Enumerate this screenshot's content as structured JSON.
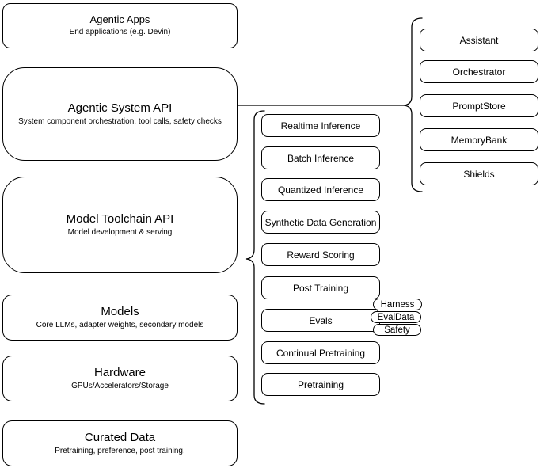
{
  "diagram": {
    "left_column": [
      {
        "title": "Agentic Apps",
        "subtitle": "End applications (e.g. Devin)"
      },
      {
        "title": "Agentic System API",
        "subtitle": "System component orchestration, tool calls, safety checks"
      },
      {
        "title": "Model Toolchain API",
        "subtitle": "Model development & serving"
      },
      {
        "title": "Models",
        "subtitle": "Core LLMs, adapter weights, secondary models"
      },
      {
        "title": "Hardware",
        "subtitle": "GPUs/Accelerators/Storage"
      },
      {
        "title": "Curated Data",
        "subtitle": "Pretraining, preference, post training."
      }
    ],
    "toolchain_items": [
      "Realtime Inference",
      "Batch Inference",
      "Quantized Inference",
      "Synthetic Data Generation",
      "Reward Scoring",
      "Post Training",
      "Evals",
      "Continual Pretraining",
      "Pretraining"
    ],
    "eval_tags": [
      "Harness",
      "EvalData",
      "Safety"
    ],
    "system_components": [
      "Assistant",
      "Orchestrator",
      "PromptStore",
      "MemoryBank",
      "Shields"
    ],
    "colors": {
      "stroke": "#000000",
      "background": "#ffffff"
    }
  }
}
